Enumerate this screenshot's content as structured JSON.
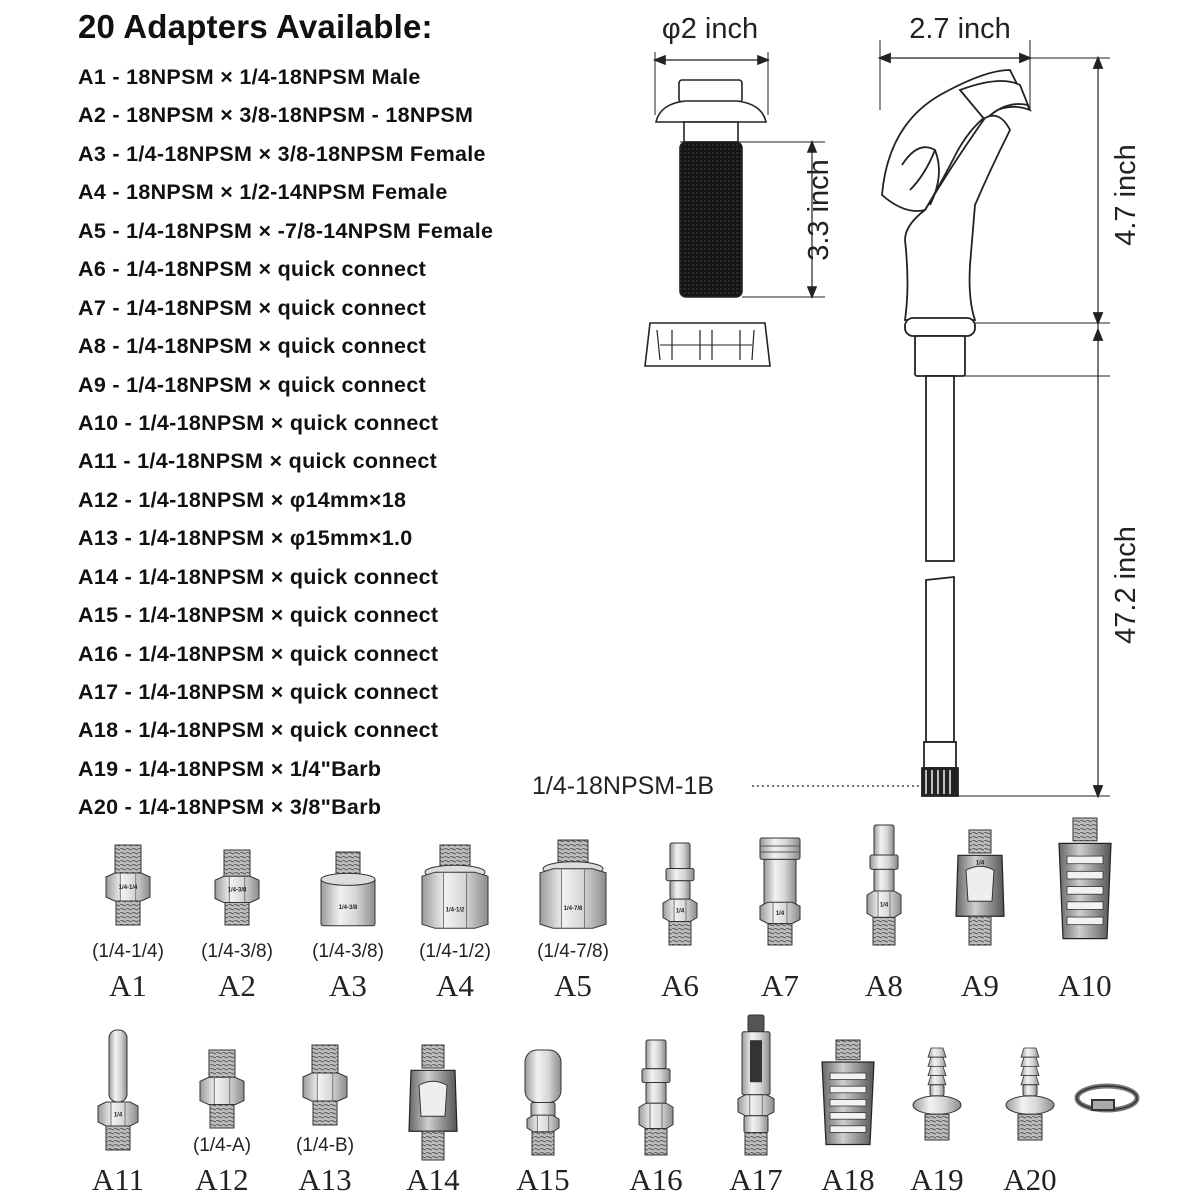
{
  "title": "20 Adapters Available:",
  "specs": [
    "A1 - 18NPSM × 1/4-18NPSM Male",
    "A2 - 18NPSM × 3/8-18NPSM - 18NPSM",
    "A3 - 1/4-18NPSM × 3/8-18NPSM Female",
    "A4 - 18NPSM × 1/2-14NPSM Female",
    "A5 - 1/4-18NPSM × -7/8-14NPSM Female",
    "A6 - 1/4-18NPSM × quick connect",
    "A7 - 1/4-18NPSM × quick connect",
    "A8 - 1/4-18NPSM × quick connect",
    "A9 - 1/4-18NPSM × quick connect",
    "A10 - 1/4-18NPSM × quick connect",
    "A11 - 1/4-18NPSM × quick connect",
    "A12 - 1/4-18NPSM × φ14mm×18",
    "A13 - 1/4-18NPSM × φ15mm×1.0",
    "A14 - 1/4-18NPSM × quick connect",
    "A15 - 1/4-18NPSM × quick connect",
    "A16 - 1/4-18NPSM × quick connect",
    "A17 - 1/4-18NPSM × quick connect",
    "A18 - 1/4-18NPSM × quick connect",
    "A19 - 1/4-18NPSM × 1/4\"Barb",
    "A20 - 1/4-18NPSM × 3/8\"Barb"
  ],
  "dimensions": {
    "cap_diameter": "φ2 inch",
    "cap_height": "3.3 inch",
    "gun_width": "2.7 inch",
    "gun_height": "4.7 inch",
    "hose_length": "47.2 inch",
    "hose_fitting": "1/4-18NPSM-1B"
  },
  "adapters_row1": [
    {
      "id": "A1",
      "size": "(1/4-1/4)",
      "stamp": "1/4-1/4"
    },
    {
      "id": "A2",
      "size": "(1/4-3/8)",
      "stamp": "1/4-3/8"
    },
    {
      "id": "A3",
      "size": "(1/4-3/8)",
      "stamp": "1/4-3/8"
    },
    {
      "id": "A4",
      "size": "(1/4-1/2)",
      "stamp": "1/4-1/2"
    },
    {
      "id": "A5",
      "size": "(1/4-7/8)",
      "stamp": "1/4-7/8"
    },
    {
      "id": "A6",
      "stamp": "1/4"
    },
    {
      "id": "A7",
      "stamp": "1/4"
    },
    {
      "id": "A8",
      "stamp": "1/4"
    },
    {
      "id": "A9",
      "stamp": "1/4"
    },
    {
      "id": "A10"
    }
  ],
  "adapters_row2": [
    {
      "id": "A11",
      "stamp": "1/4"
    },
    {
      "id": "A12",
      "size": "(1/4-A)"
    },
    {
      "id": "A13",
      "size": "(1/4-B)"
    },
    {
      "id": "A14"
    },
    {
      "id": "A15"
    },
    {
      "id": "A16"
    },
    {
      "id": "A17"
    },
    {
      "id": "A18"
    },
    {
      "id": "A19"
    },
    {
      "id": "A20"
    }
  ],
  "colors": {
    "line": "#222222",
    "metal": "#cfcfcf",
    "dark_metal": "#8a8a8a",
    "hose": "#ffffff",
    "grip": "#111111"
  }
}
